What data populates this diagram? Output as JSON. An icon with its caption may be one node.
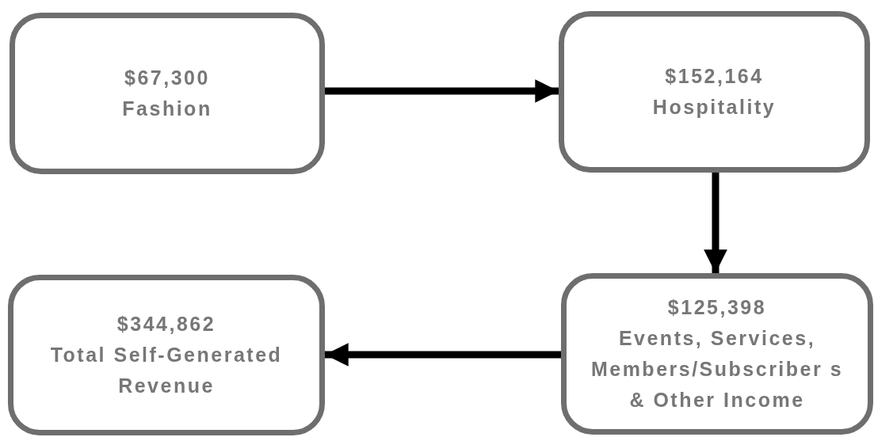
{
  "diagram": {
    "nodes": [
      {
        "text": [
          "$67,300",
          "Fashion"
        ]
      },
      {
        "text": [
          "$152,164",
          "Hospitality"
        ]
      },
      {
        "text": [
          "$125,398",
          "Events, Services, Members/Subscriber s & Other Income"
        ]
      },
      {
        "text": [
          "$344,862",
          "Total Self-Generated Revenue"
        ]
      }
    ],
    "edges": [
      {
        "from": 0,
        "to": 1,
        "arrow": "to"
      },
      {
        "from": 1,
        "to": 2,
        "arrow": "to"
      },
      {
        "from": 2,
        "to": 3,
        "arrow": "to"
      }
    ]
  }
}
